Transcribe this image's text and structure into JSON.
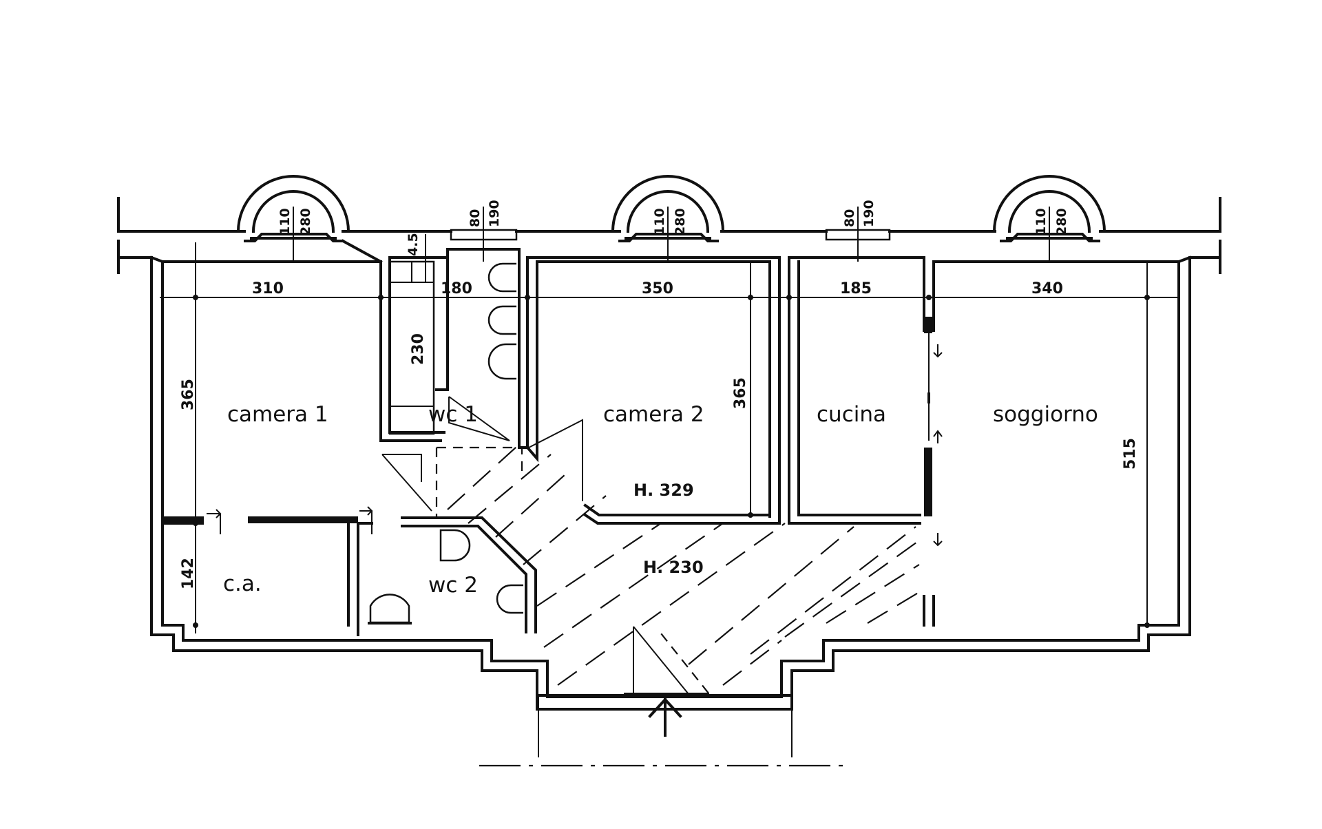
{
  "rooms": {
    "camera1": "camera 1",
    "camera2": "camera 2",
    "cucina": "cucina",
    "soggiorno": "soggiorno",
    "wc1": "wc 1",
    "wc2": "wc 2",
    "ca": "c.a."
  },
  "heights": {
    "upper_room": "H. 329",
    "corridor": "H. 230"
  },
  "dimensions": {
    "camera1_width": "310",
    "wc1_width": "180",
    "camera2_width": "350",
    "cucina_width": "185",
    "soggiorno_width": "340",
    "camera1_depth": "365",
    "camera2_depth": "365",
    "soggiorno_depth": "515",
    "ca_depth": "142",
    "wardrobe_depth": "230",
    "wall_small": "4.5",
    "bay_window_a": "110",
    "bay_window_b": "280",
    "window_a": "80",
    "window_b": "190"
  }
}
